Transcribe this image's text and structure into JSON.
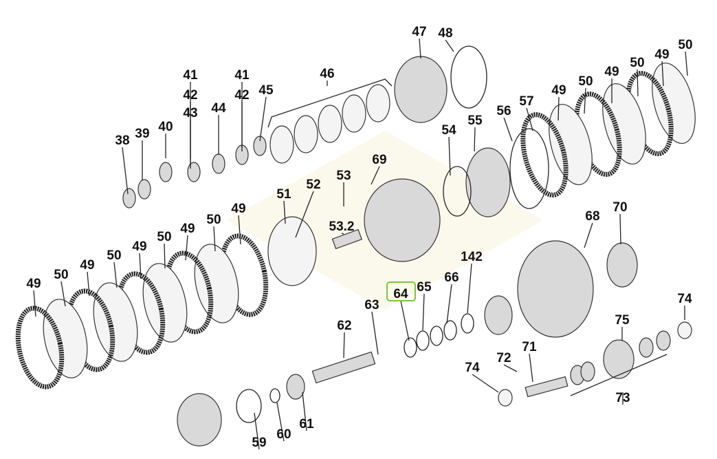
{
  "diagram": {
    "highlight_color": "#7dc242",
    "highlighted_label": "64",
    "labels": [
      "47",
      "48",
      "50",
      "49",
      "50",
      "49",
      "50",
      "49",
      "57",
      "56",
      "55",
      "54",
      "41",
      "42",
      "43",
      "41",
      "42",
      "45",
      "44",
      "46",
      "40",
      "39",
      "38",
      "69",
      "53",
      "52",
      "51",
      "53.2",
      "68",
      "70",
      "142",
      "66",
      "65",
      "64",
      "63",
      "62",
      "74",
      "75",
      "72",
      "71",
      "74",
      "73",
      "59",
      "60",
      "61",
      "49",
      "50",
      "49",
      "50",
      "49",
      "50",
      "49",
      "50",
      "49"
    ]
  }
}
